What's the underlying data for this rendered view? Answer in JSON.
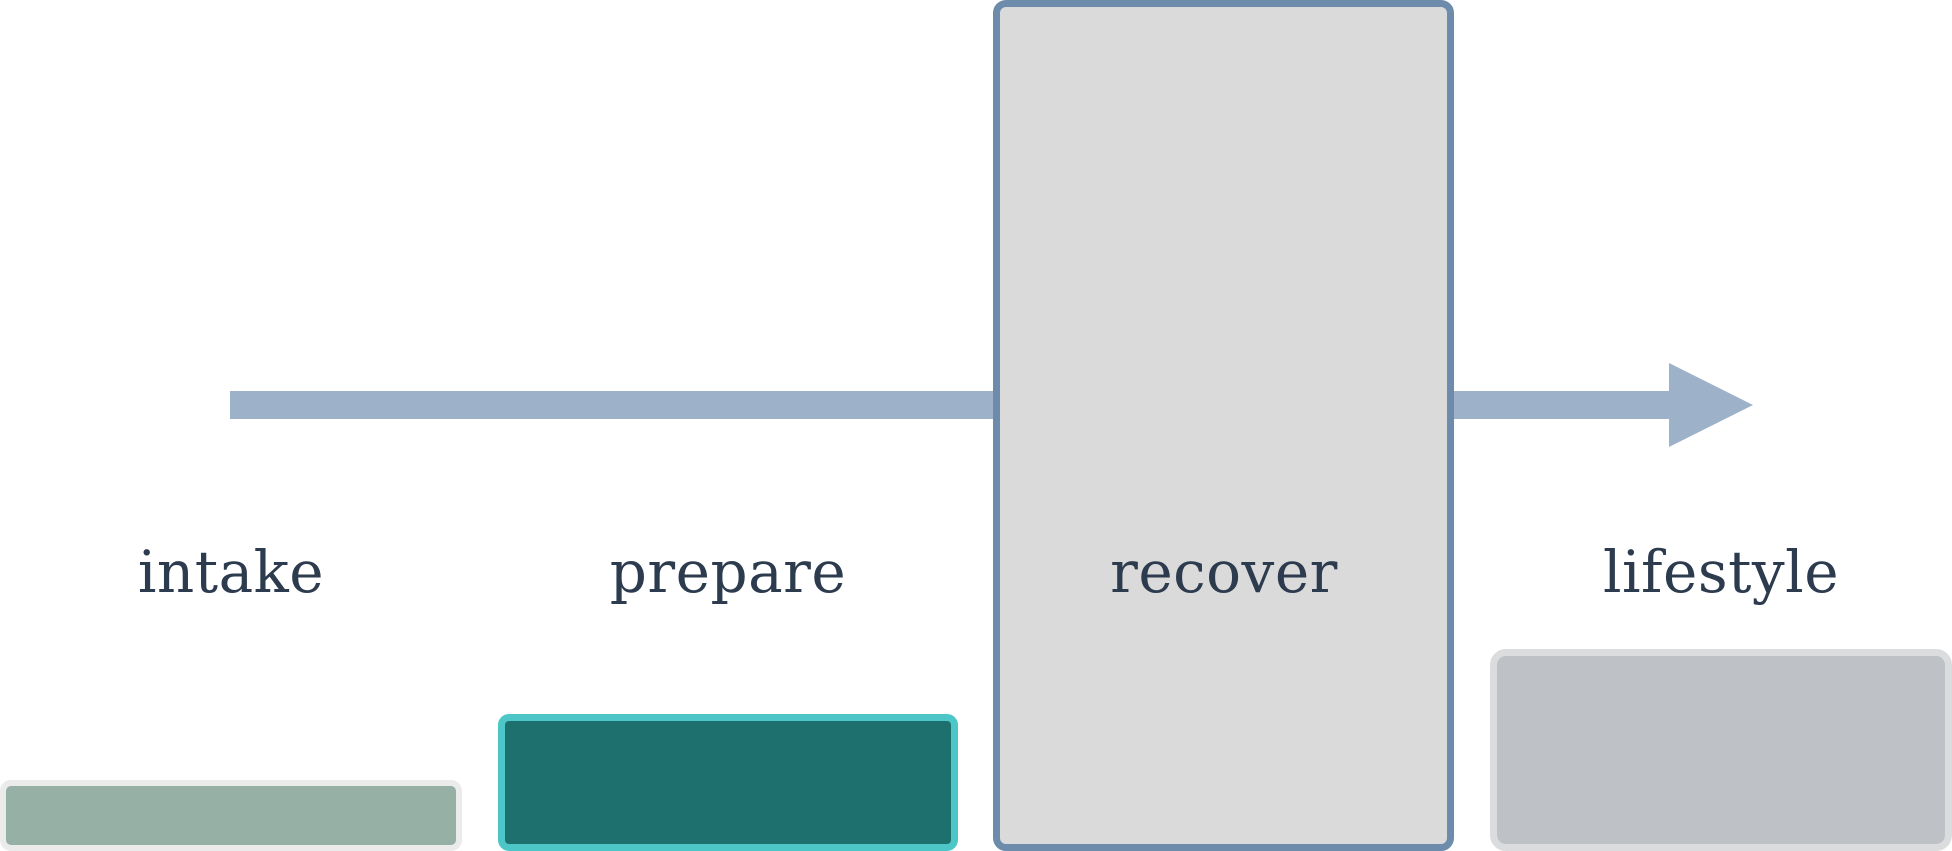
{
  "diagram": {
    "colors": {
      "arrow": "#9db2c9",
      "label_text": "#2d3b4e",
      "background": "#ffffff"
    },
    "stages": [
      {
        "label": "intake",
        "level": 0.085,
        "fill": "#97b0a5",
        "border": "#ebebeb"
      },
      {
        "label": "prepare",
        "level": 0.16,
        "fill": "#1e706e",
        "border": "#4dc6c8"
      },
      {
        "label": "recover",
        "level": 1.0,
        "fill": "#dadadb",
        "border": "#6d8cab"
      },
      {
        "label": "lifestyle",
        "level": 0.24,
        "fill": "#bec2c6",
        "border": "#dbdcde"
      }
    ]
  }
}
